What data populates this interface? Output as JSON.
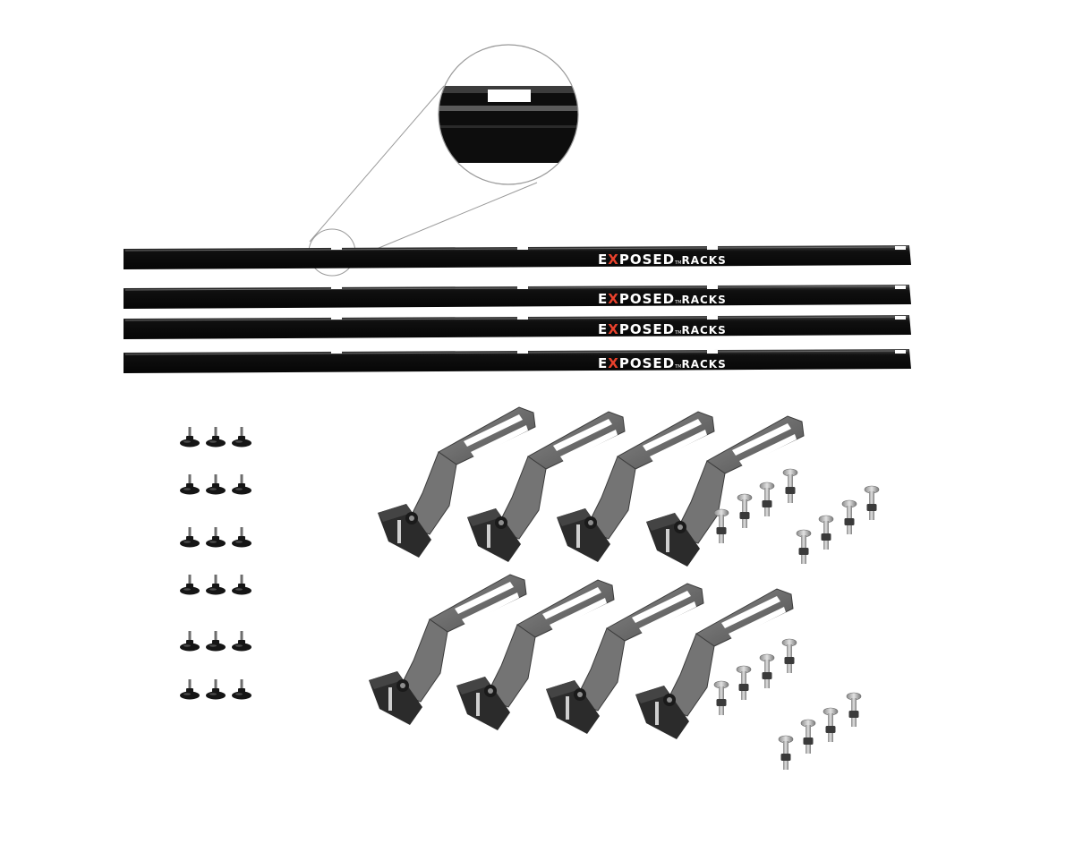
{
  "product": {
    "bars": [
      {
        "brand_e": "E",
        "brand_x": "X",
        "brand_posed": "POSED",
        "brand_tm": "TM",
        "brand_racks": "RACKS"
      },
      {
        "brand_e": "E",
        "brand_x": "X",
        "brand_posed": "POSED",
        "brand_tm": "TM",
        "brand_racks": "RACKS"
      },
      {
        "brand_e": "E",
        "brand_x": "X",
        "brand_posed": "POSED",
        "brand_tm": "TM",
        "brand_racks": "RACKS"
      },
      {
        "brand_e": "E",
        "brand_x": "X",
        "brand_posed": "POSED",
        "brand_tm": "TM",
        "brand_racks": "RACKS"
      }
    ],
    "colors": {
      "bar": "#0b0b0b",
      "bar_highlight": "#3a3a3a",
      "logo_accent": "#e8412c",
      "bracket": "#6e6e6e",
      "bracket_dark": "#2b2b2b",
      "knob": "#151515",
      "bolt": "#b9b9b9"
    }
  }
}
